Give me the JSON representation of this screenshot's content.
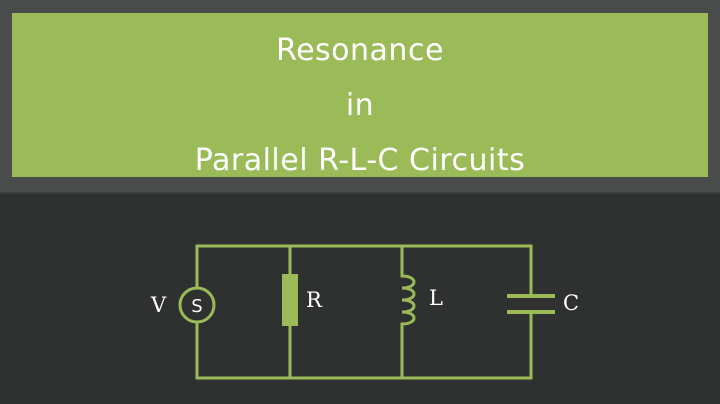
{
  "title": {
    "line1": "Resonance",
    "line2": "in",
    "line3": "Parallel R-L-C Circuits"
  },
  "circuit": {
    "source_label": "V",
    "resistor_label": "R",
    "inductor_label": "L",
    "capacitor_label": "C",
    "source_symbol": "S"
  },
  "colors": {
    "accent_green": "#9bbb59",
    "wire_green": "#9bbb59",
    "background": "#2f3130",
    "title_text": "#ffffff"
  }
}
